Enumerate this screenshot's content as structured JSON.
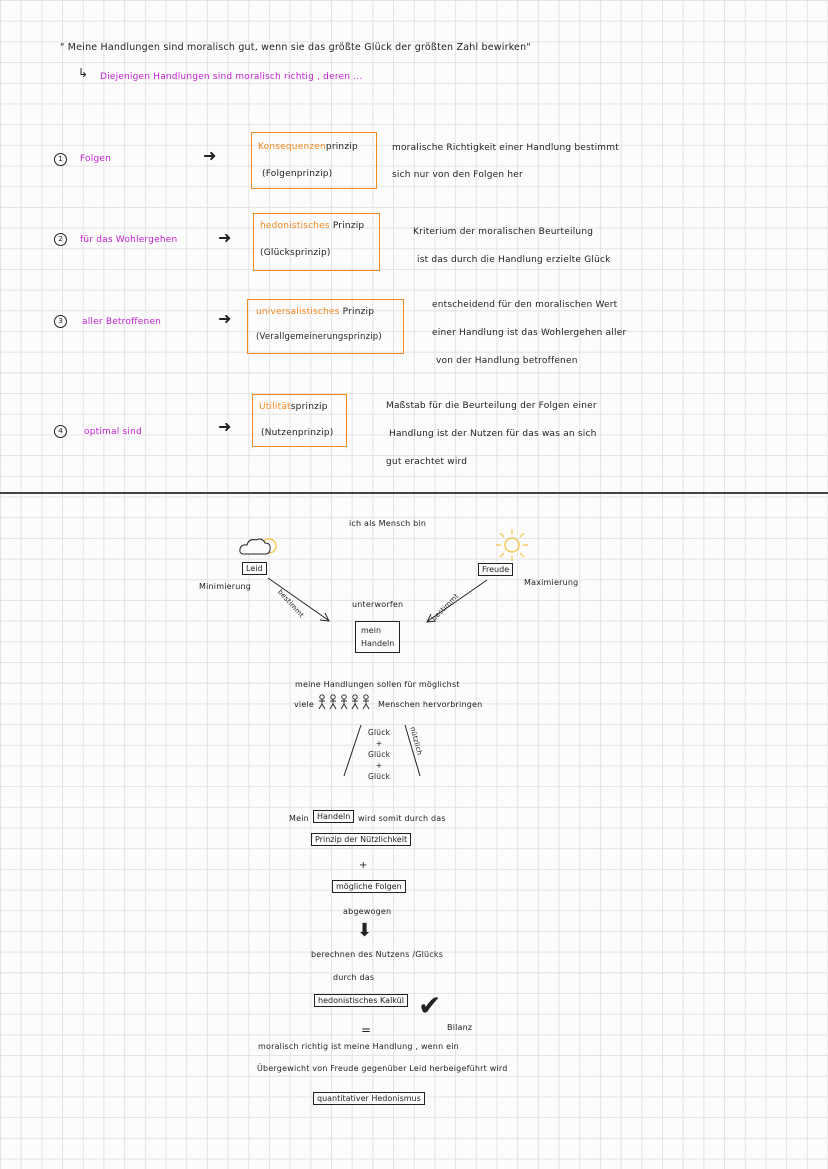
{
  "header": {
    "quote": "\" Meine Handlungen sind moralisch gut, wenn sie das größte Glück der größten Zahl bewirken\"",
    "arrow": "↳",
    "followup": "Diejenigen Handlungen sind moralisch richtig , deren ..."
  },
  "principles": [
    {
      "number": "1",
      "keyword": "Folgen",
      "box_highlight": "Konsequenzen",
      "box_rest": "prinzip",
      "box_line2": "(Folgenprinzip)",
      "desc_lines": [
        "moralische Richtigkeit einer Handlung bestimmt",
        "sich nur von den Folgen her"
      ]
    },
    {
      "number": "2",
      "keyword": "für das Wohlergehen",
      "box_highlight": "hedonistisches",
      "box_rest": " Prinzip",
      "box_line2": "(Glücksprinzip)",
      "desc_lines": [
        "Kriterium der moralischen Beurteilung",
        "ist das durch die Handlung erzielte Glück"
      ]
    },
    {
      "number": "3",
      "keyword": "aller Betroffenen",
      "box_highlight": "universalistisches",
      "box_rest": " Prinzip",
      "box_line2": "(Verallgemeinerungsprinzip)",
      "desc_lines": [
        "entscheidend für den moralischen Wert",
        "einer Handlung ist das Wohlergehen aller",
        "von der Handlung betroffenen"
      ]
    },
    {
      "number": "4",
      "keyword": "optimal sind",
      "box_highlight": "Utilität",
      "box_rest": "sprinzip",
      "box_line2": "(Nutzenprinzip)",
      "desc_lines": [
        "Maßstab für die Beurteilung der Folgen einer",
        "Handlung ist der Nutzen für das was an sich",
        "gut erachtet wird"
      ]
    }
  ],
  "diagram": {
    "top_label": "ich als Mensch bin",
    "left_box": "Leid",
    "left_label": "Minimierung",
    "left_arrow_label": "bestimmt",
    "right_box": "Freude",
    "right_label": "Maximierung",
    "right_arrow_label": "bestimmt",
    "center_label": "unterworfen",
    "center_box_line1": "mein",
    "center_box_line2": "Handeln",
    "line1": "meine Handlungen sollen für möglichst",
    "line2_pre": "viele",
    "line2_post": "Menschen hervorbringen",
    "people_count": 5,
    "sum_items": [
      "Glück",
      "+",
      "Glück",
      "+",
      "Glück"
    ],
    "side_label": "nützlich",
    "line3_pre": "Mein",
    "line3_box": "Handeln",
    "line3_post": "wird somit durch das",
    "box_prinzip": "Prinzip der Nützlichkeit",
    "plus": "+",
    "box_folgen": "mögliche Folgen",
    "abgewogen": "abgewogen",
    "line4": "berechnen des Nutzens /Glücks",
    "line5": "durch das",
    "box_kalkuel": "hedonistisches Kalkül",
    "check_label": "Bilanz",
    "equals": "=",
    "line6": "moralisch richtig ist meine Handlung , wenn ein",
    "line7": "Übergewicht von Freude gegenüber Leid herbeigeführt wird",
    "box_final": "quantitativer Hedonismus"
  },
  "colors": {
    "accent_magenta": "#c21fd1",
    "accent_orange": "#f28a22",
    "sun": "#f5c242"
  }
}
